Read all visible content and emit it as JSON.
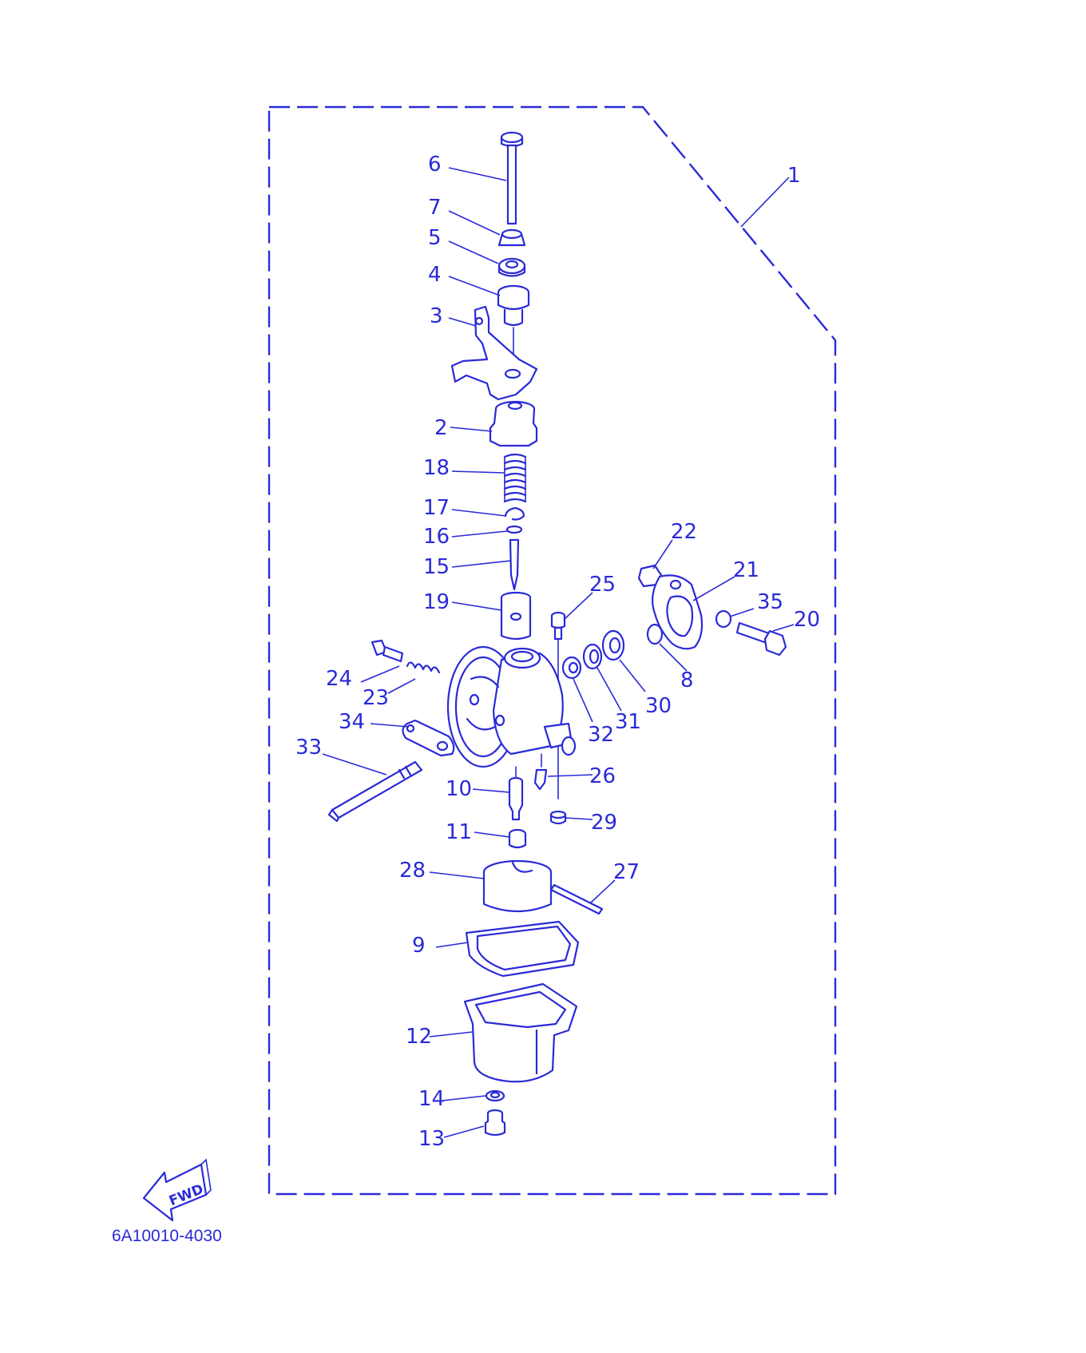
{
  "diagram": {
    "diagram_code": "6A10010-4030",
    "direction_marker": "FWD",
    "colors": {
      "ink": "#2a2ad8",
      "background": "#ffffff"
    },
    "callouts": [
      "1",
      "2",
      "3",
      "4",
      "5",
      "6",
      "7",
      "8",
      "9",
      "10",
      "11",
      "12",
      "13",
      "14",
      "15",
      "16",
      "17",
      "18",
      "19",
      "20",
      "21",
      "22",
      "23",
      "24",
      "25",
      "26",
      "27",
      "28",
      "29",
      "30",
      "31",
      "32",
      "33",
      "34",
      "35"
    ]
  }
}
